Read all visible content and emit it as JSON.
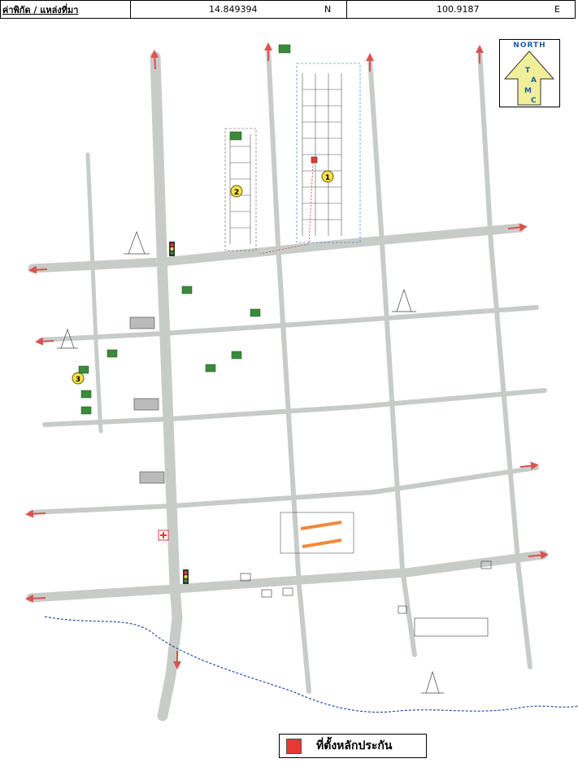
{
  "header": {
    "label": "ค่าพิกัด / แหล่งที่มา",
    "latitude": "14.849394",
    "lat_dir": "N",
    "longitude": "100.9187",
    "lon_dir": "E"
  },
  "compass": {
    "label": "NORTH",
    "letters": [
      "T",
      "A",
      "M",
      "C"
    ]
  },
  "markers": [
    "1",
    "2",
    "3"
  ],
  "legend": {
    "label": "ที่ตั้งหลักประกัน",
    "color": "#e53935"
  },
  "colors": {
    "road": "#c8ccc9",
    "arrow": "#d9534f",
    "river": "#2b4fa8",
    "marker": "#f4e04d",
    "building": "#3a8a3a",
    "project": "#1a6fc4",
    "compass_arrow": "#f2ef9a"
  }
}
